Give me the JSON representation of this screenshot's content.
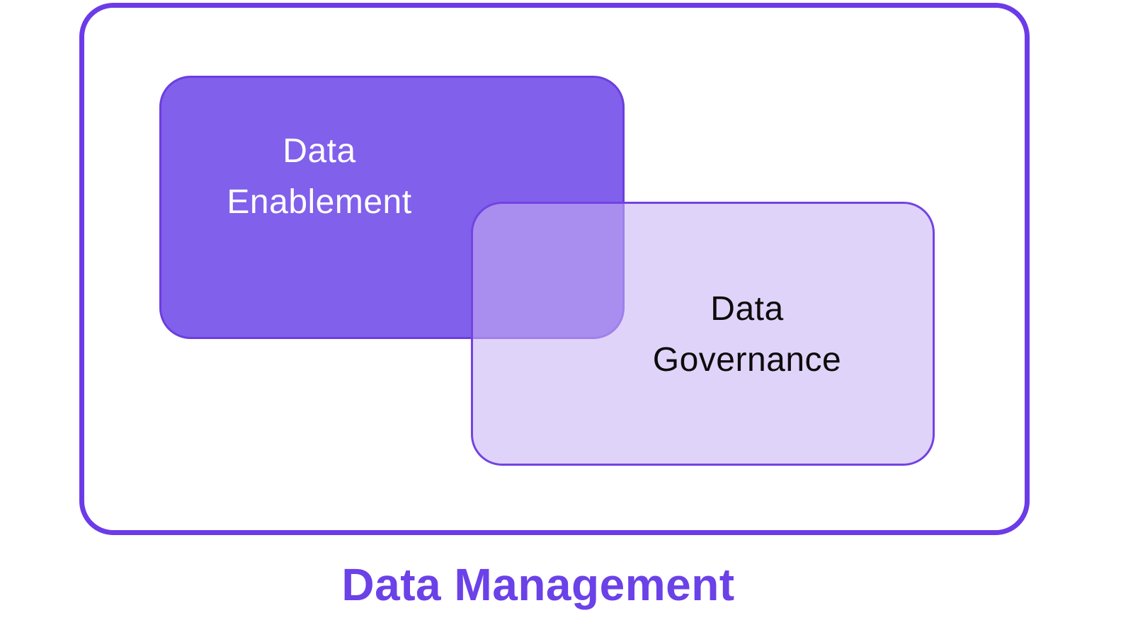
{
  "diagram": {
    "title": "Data Management",
    "boxes": [
      {
        "id": "data-enablement",
        "line1": "Data",
        "line2": "Enablement",
        "fill_color": "#8160EB",
        "border_color": "#6B3EE0",
        "text_color": "#FFFFFF"
      },
      {
        "id": "data-governance",
        "line1": "Data",
        "line2": "Governance",
        "fill_color": "#E2D7F8",
        "border_color": "#7343E1",
        "text_color": "#0C0C0C"
      }
    ],
    "overlap_color": "#A987F2",
    "outer_border_color": "#6C3BE8",
    "title_color": "#6B41E8",
    "background_color": "#FFFFFF"
  }
}
